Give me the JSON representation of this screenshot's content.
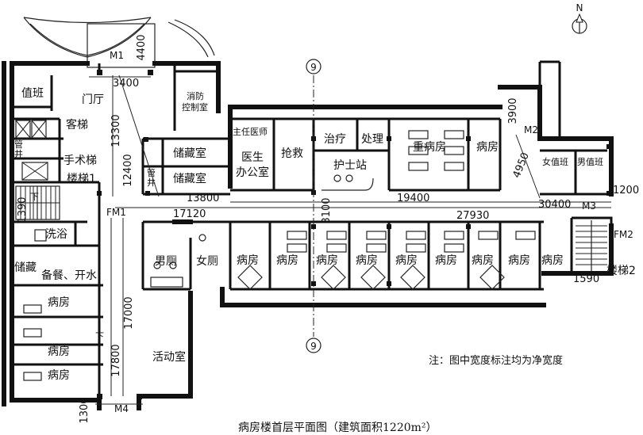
{
  "title": "病房楼首层平面图（建筑面积1220m²）",
  "note": "注：图中宽度标注均为净宽度",
  "north": "N",
  "axis_label": "9",
  "rooms": {
    "duty": "值班",
    "lobby": "门厅",
    "passenger_elevator": "客梯",
    "surgical_elevator": "手术梯",
    "stair1": "楼梯1",
    "fire_control_1": "消防",
    "fire_control_2": "控制室",
    "storage_a": "储藏室",
    "storage_b": "储藏室",
    "shaft_1": "管",
    "shaft_1b": "井",
    "shaft_2": "管",
    "shaft_2b": "井",
    "chief_doctor": "主任医师",
    "doctor_office_1": "医生",
    "doctor_office_2": "办公室",
    "rescue": "抢救",
    "treatment": "治疗",
    "disposal": "处理",
    "nurse_station": "护士站",
    "icu_ward": "重病房",
    "ward_top": "病房",
    "female_duty": "女值班",
    "male_duty": "男值班",
    "bath": "洗浴",
    "storage_small": "储藏",
    "meal": "备餐、开水",
    "mens_wc": "男厕",
    "womens_wc": "女厕",
    "ward": "病房",
    "activity": "活动室",
    "stair2": "楼梯2",
    "down": "下"
  },
  "doors": {
    "m1": "M1",
    "m2": "M2",
    "m3": "M3",
    "m4": "M4",
    "fm1": "FM1",
    "fm2": "FM2"
  },
  "dimensions": {
    "d4400": "4400",
    "d3400": "3400",
    "d13300": "13300",
    "d12400": "12400",
    "d13800": "13800",
    "d1390": "1390",
    "d17120": "17120",
    "d3100": "3100",
    "d19400": "19400",
    "d27930": "27930",
    "d30400": "30400",
    "d3900": "3900",
    "d4950": "4950",
    "d1200": "1200",
    "d1590": "1590",
    "d17000": "17000",
    "d17800": "17800",
    "d1300": "1300"
  }
}
